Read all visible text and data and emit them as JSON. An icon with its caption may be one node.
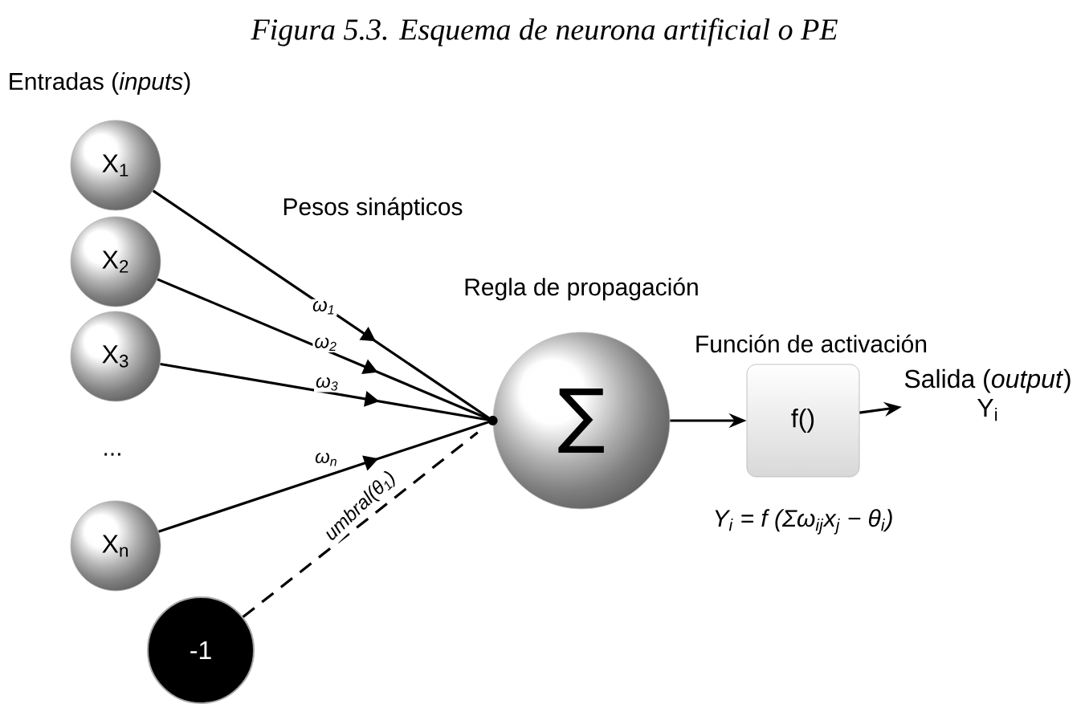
{
  "diagram": {
    "title": "Figura 5.3. Esquema de neurona artificial o PE",
    "nodes": [
      {
        "text": [
          "X$_{1}$"
        ]
      },
      {
        "text": [
          "X$_{2}$"
        ]
      },
      {
        "text": [
          "X$_{3}$"
        ]
      },
      {
        "text": [
          "X$_{n}$"
        ]
      },
      {
        "text": [
          "-1"
        ]
      },
      {
        "text": [
          "∑"
        ],
        "beside": [
          "Regla de propagación"
        ]
      },
      {
        "text": [
          "f()"
        ],
        "beside": [
          "Función de activación",
          "Y$_{i}$ = f (Σω$_{ij}$x$_{j}$ − θ$_{i}$)"
        ]
      },
      {
        "text": [
          "Salida (*output*)",
          "Y$_{i}$"
        ]
      }
    ],
    "edges": [
      {
        "from": 0,
        "to": 5,
        "arrow": "to",
        "label": "ω$_{1}$"
      },
      {
        "from": 1,
        "to": 5,
        "arrow": "to",
        "label": "ω$_{2}$"
      },
      {
        "from": 2,
        "to": 5,
        "arrow": "to",
        "label": "ω$_{3}$"
      },
      {
        "from": 3,
        "to": 5,
        "arrow": "to",
        "label": "ω$_{n}$"
      },
      {
        "from": 4,
        "to": 5,
        "arrow": "none",
        "label": "umbral(θ$_{1}$)",
        "style": "dashed"
      },
      {
        "from": 5,
        "to": 6,
        "arrow": "to"
      },
      {
        "from": 6,
        "to": 7,
        "arrow": "to"
      }
    ],
    "labels": [
      "Entradas (*inputs*)",
      "Pesos sinápticos",
      "..."
    ]
  }
}
